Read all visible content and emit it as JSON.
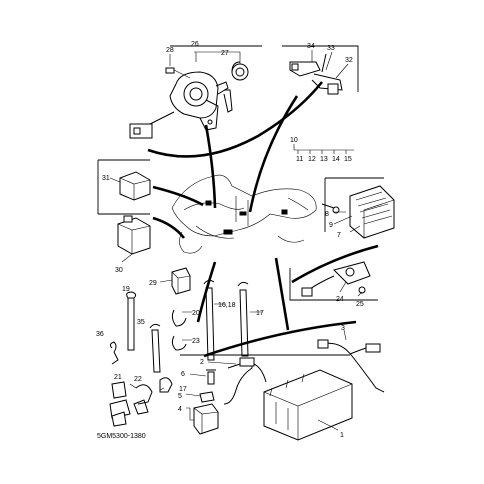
{
  "diagram": {
    "drawing_code": "5GM5300-1380",
    "callouts": [
      {
        "id": "1",
        "label": "1"
      },
      {
        "id": "2",
        "label": "2"
      },
      {
        "id": "3",
        "label": "3"
      },
      {
        "id": "4",
        "label": "4"
      },
      {
        "id": "5",
        "label": "5"
      },
      {
        "id": "6",
        "label": "6"
      },
      {
        "id": "7",
        "label": "7"
      },
      {
        "id": "8",
        "label": "8"
      },
      {
        "id": "9",
        "label": "9"
      },
      {
        "id": "10",
        "label": "10"
      },
      {
        "id": "11",
        "label": "11"
      },
      {
        "id": "12",
        "label": "12"
      },
      {
        "id": "13",
        "label": "13"
      },
      {
        "id": "14",
        "label": "14"
      },
      {
        "id": "15",
        "label": "15"
      },
      {
        "id": "16-18",
        "label": "16,18"
      },
      {
        "id": "17a",
        "label": "17"
      },
      {
        "id": "17b",
        "label": "17"
      },
      {
        "id": "19",
        "label": "19"
      },
      {
        "id": "20",
        "label": "20"
      },
      {
        "id": "21",
        "label": "21"
      },
      {
        "id": "22",
        "label": "22"
      },
      {
        "id": "23",
        "label": "23"
      },
      {
        "id": "24",
        "label": "24"
      },
      {
        "id": "25",
        "label": "25"
      },
      {
        "id": "26",
        "label": "26"
      },
      {
        "id": "27",
        "label": "27"
      },
      {
        "id": "28",
        "label": "28"
      },
      {
        "id": "29",
        "label": "29"
      },
      {
        "id": "30",
        "label": "30"
      },
      {
        "id": "31",
        "label": "31"
      },
      {
        "id": "32",
        "label": "32"
      },
      {
        "id": "33",
        "label": "33"
      },
      {
        "id": "34",
        "label": "34"
      },
      {
        "id": "35",
        "label": "35"
      },
      {
        "id": "36",
        "label": "36"
      }
    ]
  }
}
